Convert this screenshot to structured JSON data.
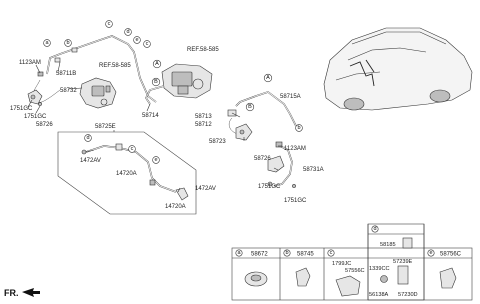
{
  "labels": {
    "p1123am_left": "1123AM",
    "p58711b": "58711B",
    "p58732": "58732",
    "p1751gc_left1": "1751GC",
    "p1751gc_left2": "1751GC",
    "p58726_left": "58726",
    "ref_top": "REF.58-585",
    "ref_left": "REF.58-585",
    "p58714": "58714",
    "p58725e": "58725E",
    "p1472av_left": "1472AV",
    "p14720a_a": "14720A",
    "p1472av_right": "1472AV",
    "p14720a_b": "14720A",
    "p58715a": "58715A",
    "p58713": "58713",
    "p58712": "58712",
    "p58723": "58723",
    "p1123am_right": "1123AM",
    "p58726_right": "58726",
    "p58731a": "58731A",
    "p1751gc_right1": "1751GC",
    "p1751gc_right2": "1751GC",
    "fr": "FR."
  },
  "callouts": {
    "a": "a",
    "b": "b",
    "c": "c",
    "d": "d",
    "e": "e",
    "A": "A",
    "B": "B"
  },
  "parts_table": {
    "cells": [
      {
        "letter": "a",
        "part": "58672"
      },
      {
        "letter": "b",
        "part": "58745"
      },
      {
        "letter": "c",
        "part": "1799JC",
        "part2": "57556C"
      },
      {
        "letter": "d",
        "part": "58185",
        "part2": "57239E",
        "part3": "1339CC",
        "part4": "56138A",
        "part5": "57230D"
      },
      {
        "letter": "e",
        "part": "58756C"
      }
    ]
  }
}
